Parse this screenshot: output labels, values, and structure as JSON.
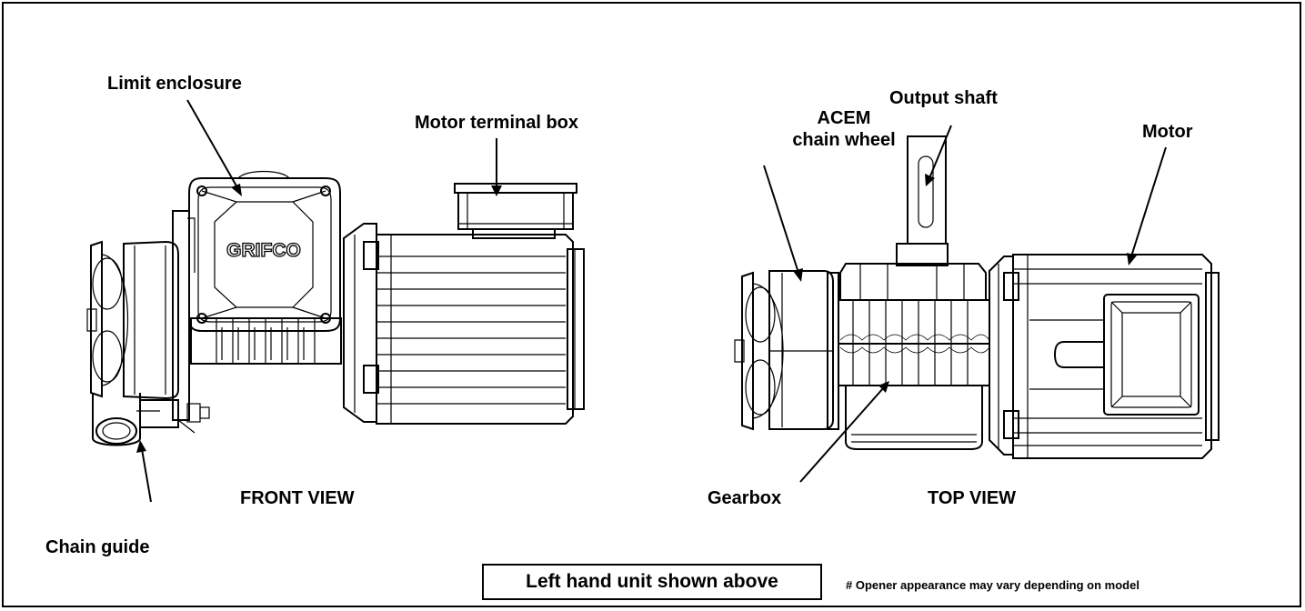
{
  "labels": {
    "limit_enclosure": "Limit enclosure",
    "motor_terminal_box": "Motor terminal box",
    "output_shaft": "Output shaft",
    "acem_line1": "ACEM",
    "acem_line2": "chain wheel",
    "motor": "Motor",
    "front_view": "FRONT VIEW",
    "top_view": "TOP VIEW",
    "gearbox": "Gearbox",
    "chain_guide": "Chain guide",
    "brand": "GRIFCO"
  },
  "note": "Left hand unit shown above",
  "footnote": "# Opener appearance may vary depending on model"
}
